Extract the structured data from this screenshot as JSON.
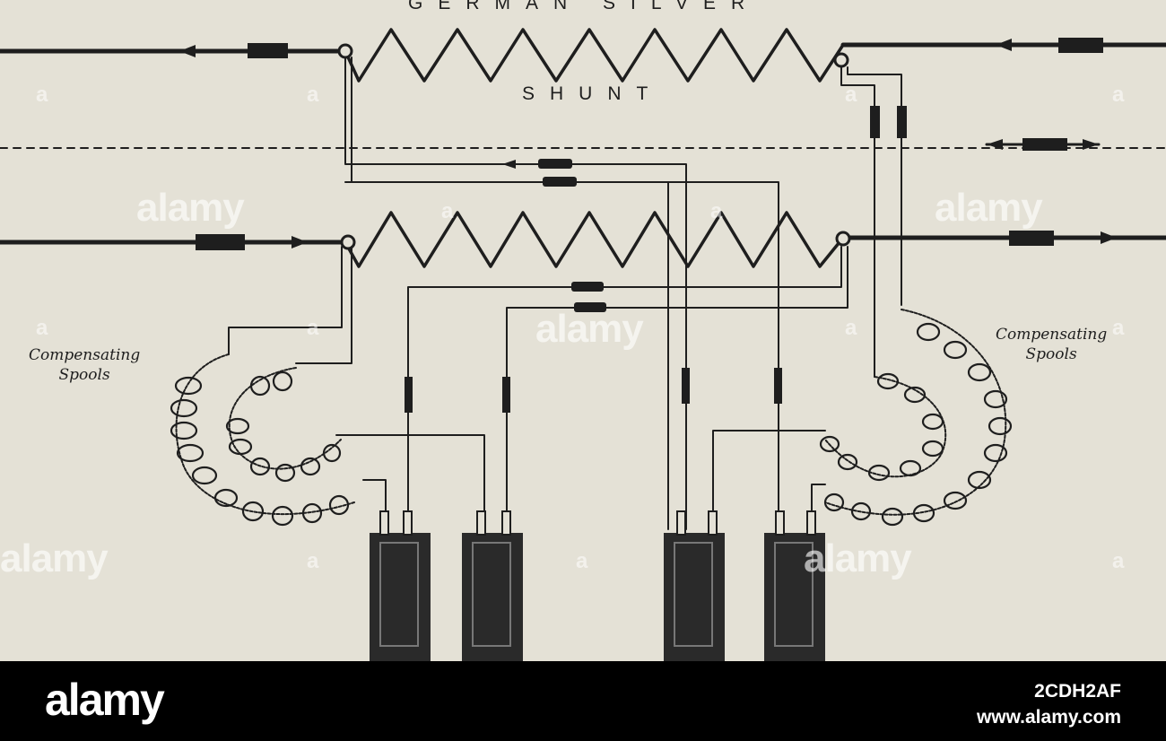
{
  "labels": {
    "top": "GERMAN SILVER",
    "shunt": "SHUNT",
    "spools_left": [
      "Compensating",
      "Spools"
    ],
    "spools_right": [
      "Compensating",
      "Spools"
    ]
  },
  "watermark": {
    "word": "alamy",
    "letter": "a"
  },
  "footer": {
    "logo": "alamy",
    "image_id": "2CDH2AF",
    "url": "www.alamy.com"
  },
  "colors": {
    "paper": "#e4e1d6",
    "ink": "#1e1e1e",
    "footer_bg": "#000000"
  }
}
